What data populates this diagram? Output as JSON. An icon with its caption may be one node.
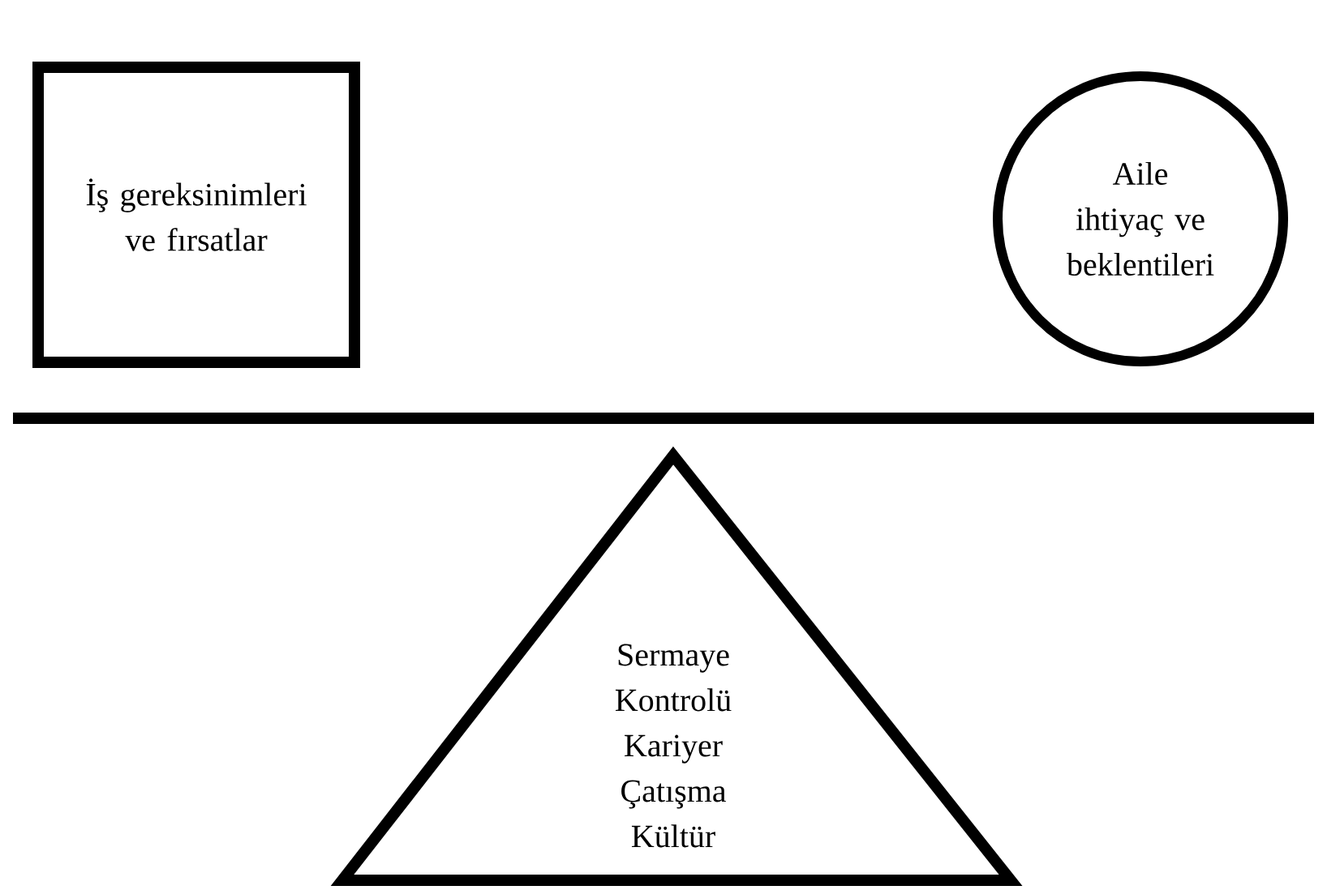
{
  "diagram": {
    "nodes": [
      {
        "text": [
          "İş gereksinimleri ve fırsatlar"
        ]
      },
      {
        "text": [
          "Aile ihtiyaç ve beklentileri"
        ]
      },
      {
        "text": [
          "Sermaye Kontrolü Kariyer Çatışma Kültür"
        ]
      }
    ]
  }
}
